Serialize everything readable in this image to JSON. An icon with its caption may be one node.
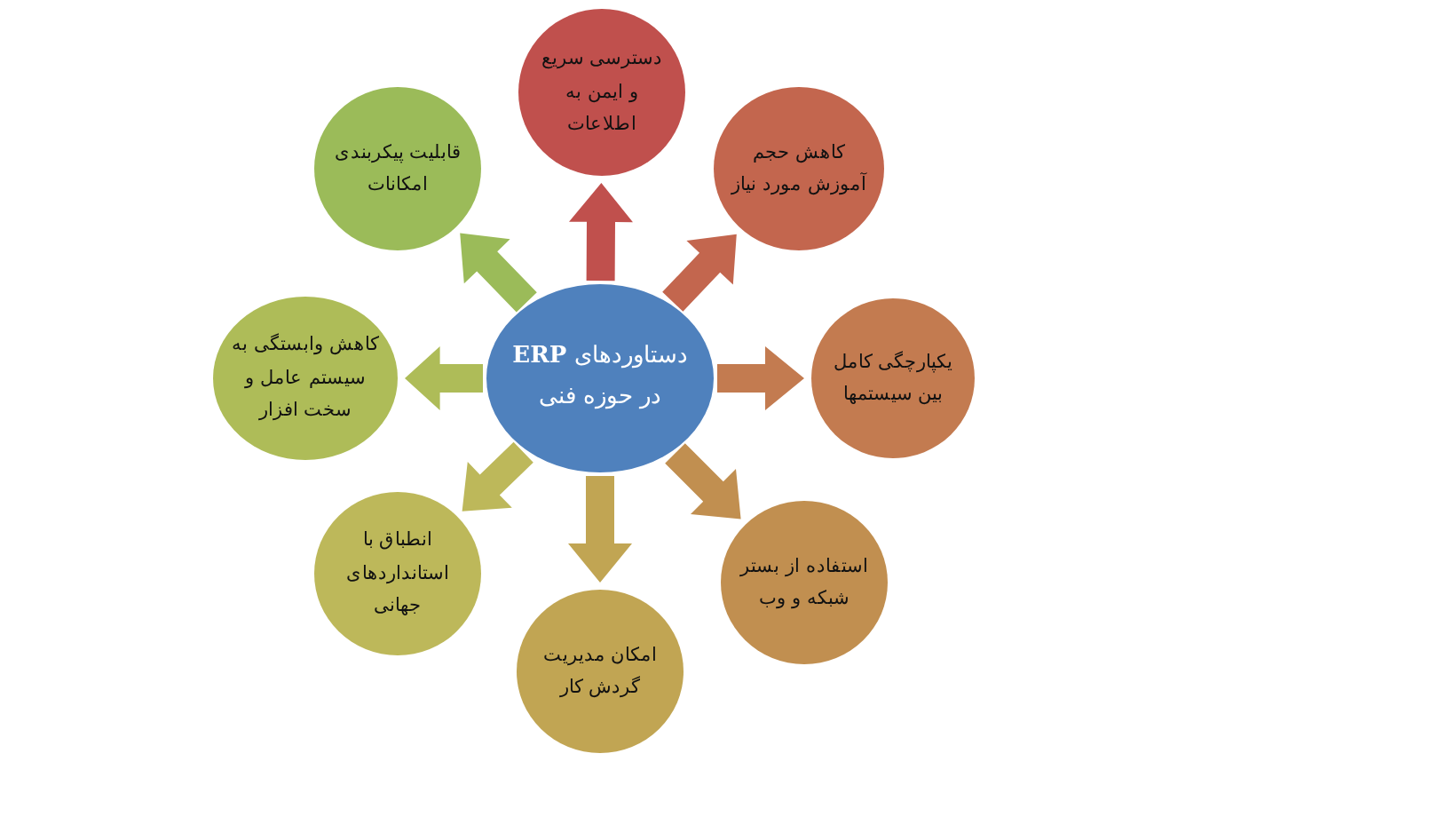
{
  "diagram": {
    "nodes": [
      {
        "text": [
          "دستاوردهای **ERP** در حوزه فنی"
        ]
      },
      {
        "text": [
          "دسترسی سریع و ایمن به اطلاعات"
        ]
      },
      {
        "text": [
          "کاهش حجم آموزش مورد نیاز"
        ]
      },
      {
        "text": [
          "یکپارچگی کامل بین سیستمها"
        ]
      },
      {
        "text": [
          "استفاده از بستر شبکه و وب"
        ]
      },
      {
        "text": [
          "امکان مدیریت گردش کار"
        ]
      },
      {
        "text": [
          "انطباق با استانداردهای جهانی"
        ]
      },
      {
        "text": [
          "کاهش وابستگی به سیستم عامل و سخت افزار"
        ]
      },
      {
        "text": [
          "قابلیت پیکربندی امکانات"
        ]
      }
    ],
    "edges": [
      {
        "from": 0,
        "to": 1,
        "arrow": "to",
        "color": "#c0504d"
      },
      {
        "from": 0,
        "to": 2,
        "arrow": "to",
        "color": "#c3664e"
      },
      {
        "from": 0,
        "to": 3,
        "arrow": "to",
        "color": "#c37b50"
      },
      {
        "from": 0,
        "to": 4,
        "arrow": "to",
        "color": "#c18f50"
      },
      {
        "from": 0,
        "to": 5,
        "arrow": "to",
        "color": "#c1a553"
      },
      {
        "from": 0,
        "to": 6,
        "arrow": "to",
        "color": "#bdb85a"
      },
      {
        "from": 0,
        "to": 7,
        "arrow": "to",
        "color": "#aebc58"
      },
      {
        "from": 0,
        "to": 8,
        "arrow": "to",
        "color": "#9bbb59"
      }
    ]
  }
}
